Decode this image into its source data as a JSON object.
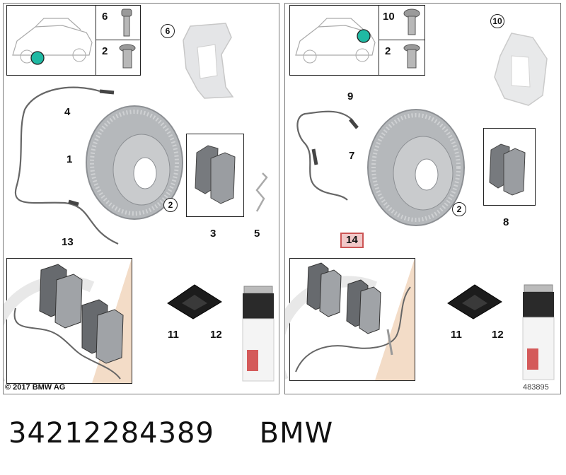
{
  "left_panel": {
    "labels": {
      "screw_6": "6",
      "bolt_2": "2",
      "caliper_6": "6",
      "sensor_4": "4",
      "disc_1": "1",
      "disc_bolt_2": "2",
      "pads_3": "3",
      "clip_5": "5",
      "kit_13": "13",
      "grease_11": "11",
      "spray_12": "12"
    },
    "copyright": "© 2017 BMW AG"
  },
  "right_panel": {
    "labels": {
      "screw_10": "10",
      "bolt_2": "2",
      "caliper_10": "10",
      "sensor_9": "9",
      "disc_7": "7",
      "disc_bolt_2": "2",
      "pads_8": "8",
      "kit_14": "14",
      "grease_11": "11",
      "spray_12": "12"
    },
    "diagram_number": "483895"
  },
  "caption": {
    "part_number": "34212284389",
    "brand": "BMW"
  },
  "colors": {
    "marker": "#1fb9a3",
    "highlight": "#f1c8c8",
    "disc": "#b5b8bb",
    "pad": "#777a7e"
  }
}
